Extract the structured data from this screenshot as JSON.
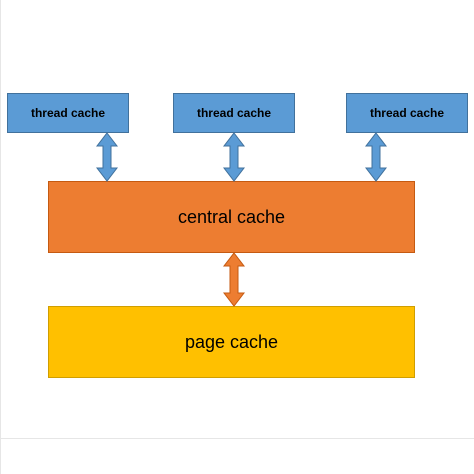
{
  "diagram": {
    "nodes": {
      "thread_caches": [
        {
          "label": "thread cache"
        },
        {
          "label": "thread cache"
        },
        {
          "label": "thread cache"
        }
      ],
      "central_cache": {
        "label": "central cache"
      },
      "page_cache": {
        "label": "page cache"
      }
    },
    "edges": [
      {
        "from": "thread cache 1",
        "to": "central cache",
        "direction": "bidirectional"
      },
      {
        "from": "thread cache 2",
        "to": "central cache",
        "direction": "bidirectional"
      },
      {
        "from": "thread cache 3",
        "to": "central cache",
        "direction": "bidirectional"
      },
      {
        "from": "central cache",
        "to": "page cache",
        "direction": "bidirectional"
      }
    ],
    "colors": {
      "thread_fill": "#5b9bd5",
      "central_fill": "#ed7d31",
      "page_fill": "#ffc000"
    }
  }
}
